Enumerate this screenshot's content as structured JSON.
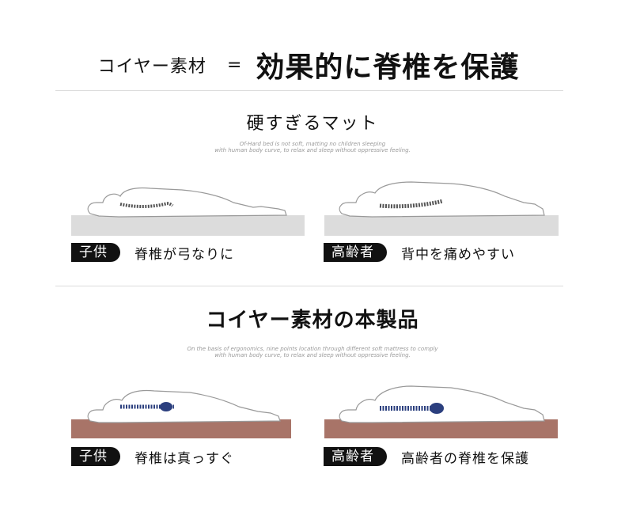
{
  "header": {
    "material": "コイヤー素材",
    "equals": "=",
    "headline": "効果的に脊椎を保護"
  },
  "hard_mat": {
    "title": "硬すぎるマット",
    "caption_line1": "Of-Hard bed is not soft, matting no children sleeping",
    "caption_line2": "with human body curve, to relax and sleep without oppressive feeling.",
    "mattress_color": "#dcdcdc",
    "child": {
      "badge": "子供",
      "text": "脊椎が弓なりに"
    },
    "elder": {
      "badge": "高齢者",
      "text": "背中を痛めやすい"
    }
  },
  "coir": {
    "title": "コイヤー素材の本製品",
    "caption_line1": "On the basis of ergonomics, nine points location through different soft mattress to comply",
    "caption_line2": "with human body curve, to relax and sleep without oppressive feeling.",
    "mattress_color": "#a87468",
    "spine_color": "#2b3f7e",
    "child": {
      "badge": "子供",
      "text": "脊椎は真っすぐ"
    },
    "elder": {
      "badge": "高齢者",
      "text": "高齢者の脊椎を保護"
    }
  }
}
